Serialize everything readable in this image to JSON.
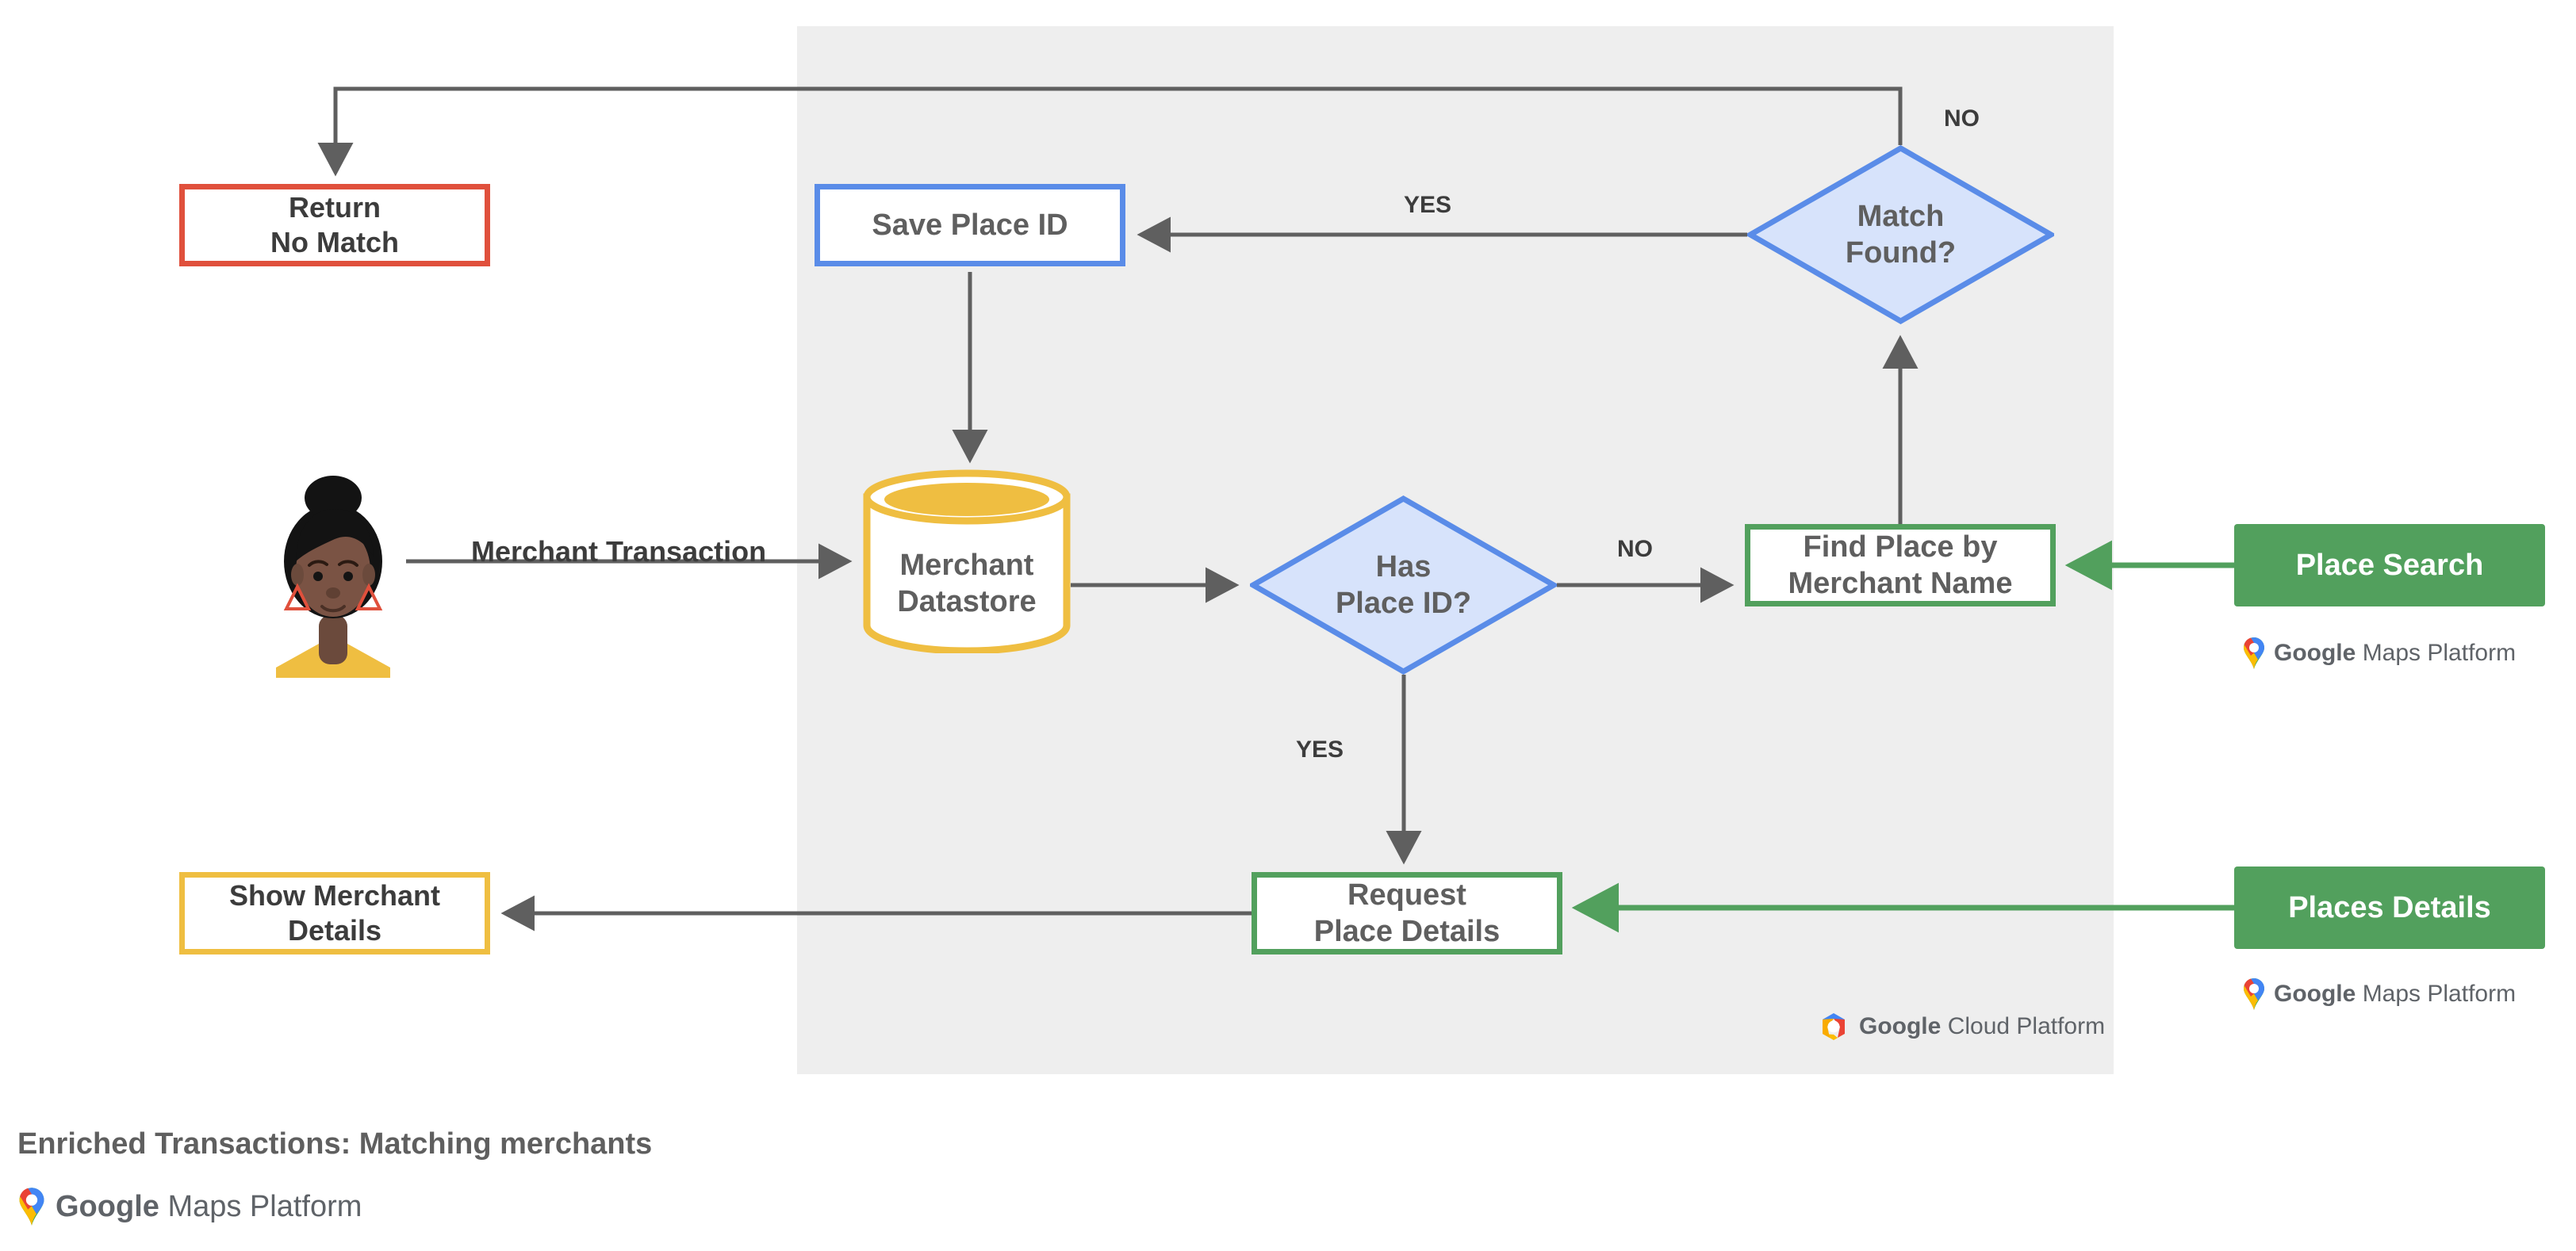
{
  "diagram": {
    "title": "Enriched Transactions: Matching merchants",
    "platform_label": "Google Maps Platform",
    "cloud_label_brand": "Google",
    "cloud_label_rest": "Cloud Platform",
    "maps_label_brand": "Google",
    "maps_label_rest": "Maps Platform",
    "colors": {
      "panel_background": "#EEEEEE",
      "red_border": "#E0503C",
      "blue_border": "#5A8CE8",
      "blue_fill": "#D7E3FB",
      "green": "#52A05D",
      "yellow": "#EFBE41",
      "arrow_gray": "#5F5F5F",
      "text_gray": "#5F5F5F"
    }
  },
  "nodes": {
    "return_no_match": {
      "line1": "Return",
      "line2": "No Match"
    },
    "save_place_id": {
      "label": "Save Place ID"
    },
    "merchant_datastore": {
      "line1": "Merchant",
      "line2": "Datastore"
    },
    "has_place_id": {
      "line1": "Has",
      "line2": "Place ID?"
    },
    "match_found": {
      "line1": "Match",
      "line2": "Found?"
    },
    "find_place_by_merchant_name": {
      "line1": "Find Place by",
      "line2": "Merchant Name"
    },
    "request_place_details": {
      "line1": "Request",
      "line2": "Place Details"
    },
    "show_merchant_details": {
      "line1": "Show Merchant",
      "line2": "Details"
    },
    "place_search": {
      "label": "Place Search"
    },
    "places_details": {
      "label": "Places Details"
    }
  },
  "edge_labels": {
    "merchant_transaction": "Merchant Transaction",
    "yes_match_found": "YES",
    "no_match_found": "NO",
    "no_has_place_id": "NO",
    "yes_has_place_id": "YES"
  }
}
